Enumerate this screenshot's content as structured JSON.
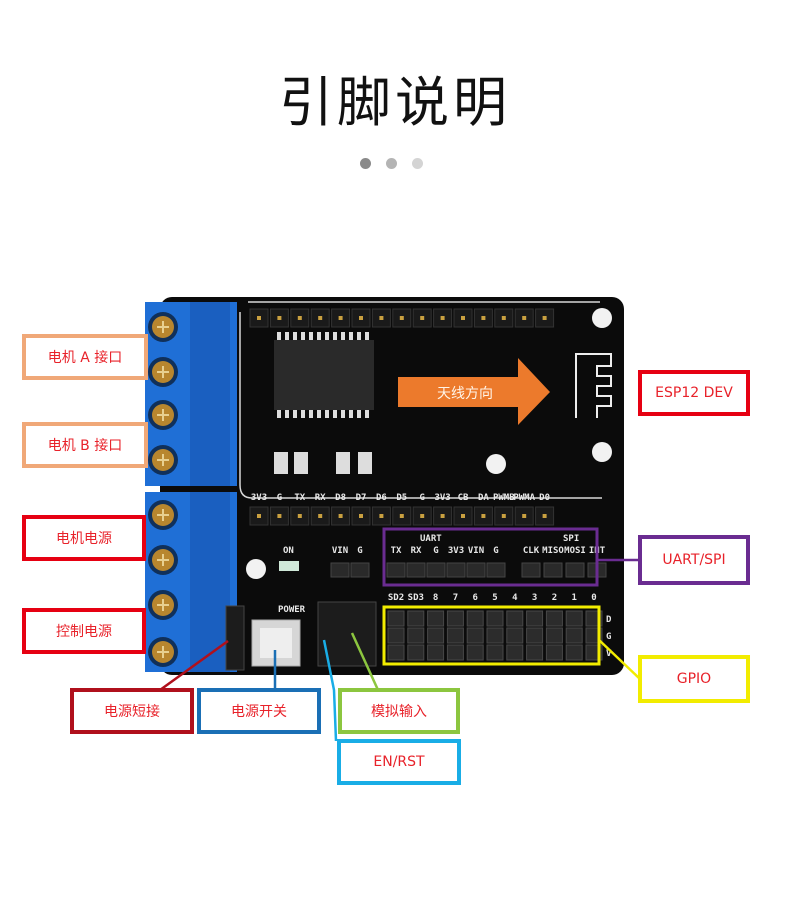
{
  "header": {
    "title": "引脚说明",
    "carousel_dots": [
      {
        "state": "active",
        "color": "#8a8a8a"
      },
      {
        "state": "inactive",
        "color": "#b4b4b4"
      },
      {
        "state": "inactive",
        "color": "#d4d4d4"
      }
    ]
  },
  "board": {
    "arrow_label": "天线方向",
    "top_header_labels": [
      "3V3",
      "G",
      "TX",
      "RX",
      "D8",
      "D7",
      "D6",
      "D5",
      "G",
      "3V3",
      "CB",
      "DA",
      "PWMB",
      "PWMA",
      "D0"
    ],
    "uart_group_label": "UART",
    "uart_pins": [
      "TX",
      "RX",
      "G",
      "3V3",
      "VIN",
      "G"
    ],
    "spi_group_label": "SPI",
    "spi_pins": [
      "CLK",
      "MISO",
      "MOSI",
      "INT"
    ],
    "power_pins": [
      "VIN",
      "G"
    ],
    "led_label": "ON",
    "switch_label": "POWER",
    "gpio_pins": [
      "SD2",
      "SD3",
      "8",
      "7",
      "6",
      "5",
      "4",
      "3",
      "2",
      "1",
      "0"
    ],
    "gpio_row_labels": [
      "D",
      "G",
      "V"
    ],
    "vin_jumper_label": "VIN"
  },
  "callouts": [
    {
      "id": "motor-a",
      "label": "电机 A 接口",
      "color": "#f0a878"
    },
    {
      "id": "motor-b",
      "label": "电机 B 接口",
      "color": "#f0a878"
    },
    {
      "id": "motor-power",
      "label": "电机电源",
      "color": "#e60012"
    },
    {
      "id": "control-power",
      "label": "控制电源",
      "color": "#e60012"
    },
    {
      "id": "power-short",
      "label": "电源短接",
      "color": "#b0101c"
    },
    {
      "id": "power-switch",
      "label": "电源开关",
      "color": "#1a6fb5"
    },
    {
      "id": "analog-input",
      "label": "模拟输入",
      "color": "#8cc63f"
    },
    {
      "id": "en-rst",
      "label": "EN/RST",
      "color": "#19ade6"
    },
    {
      "id": "esp12-dev",
      "label": "ESP12 DEV",
      "color": "#e60012"
    },
    {
      "id": "uart-spi",
      "label": "UART/SPI",
      "color": "#6a2c91"
    },
    {
      "id": "gpio",
      "label": "GPIO",
      "color": "#f2ec00"
    }
  ]
}
